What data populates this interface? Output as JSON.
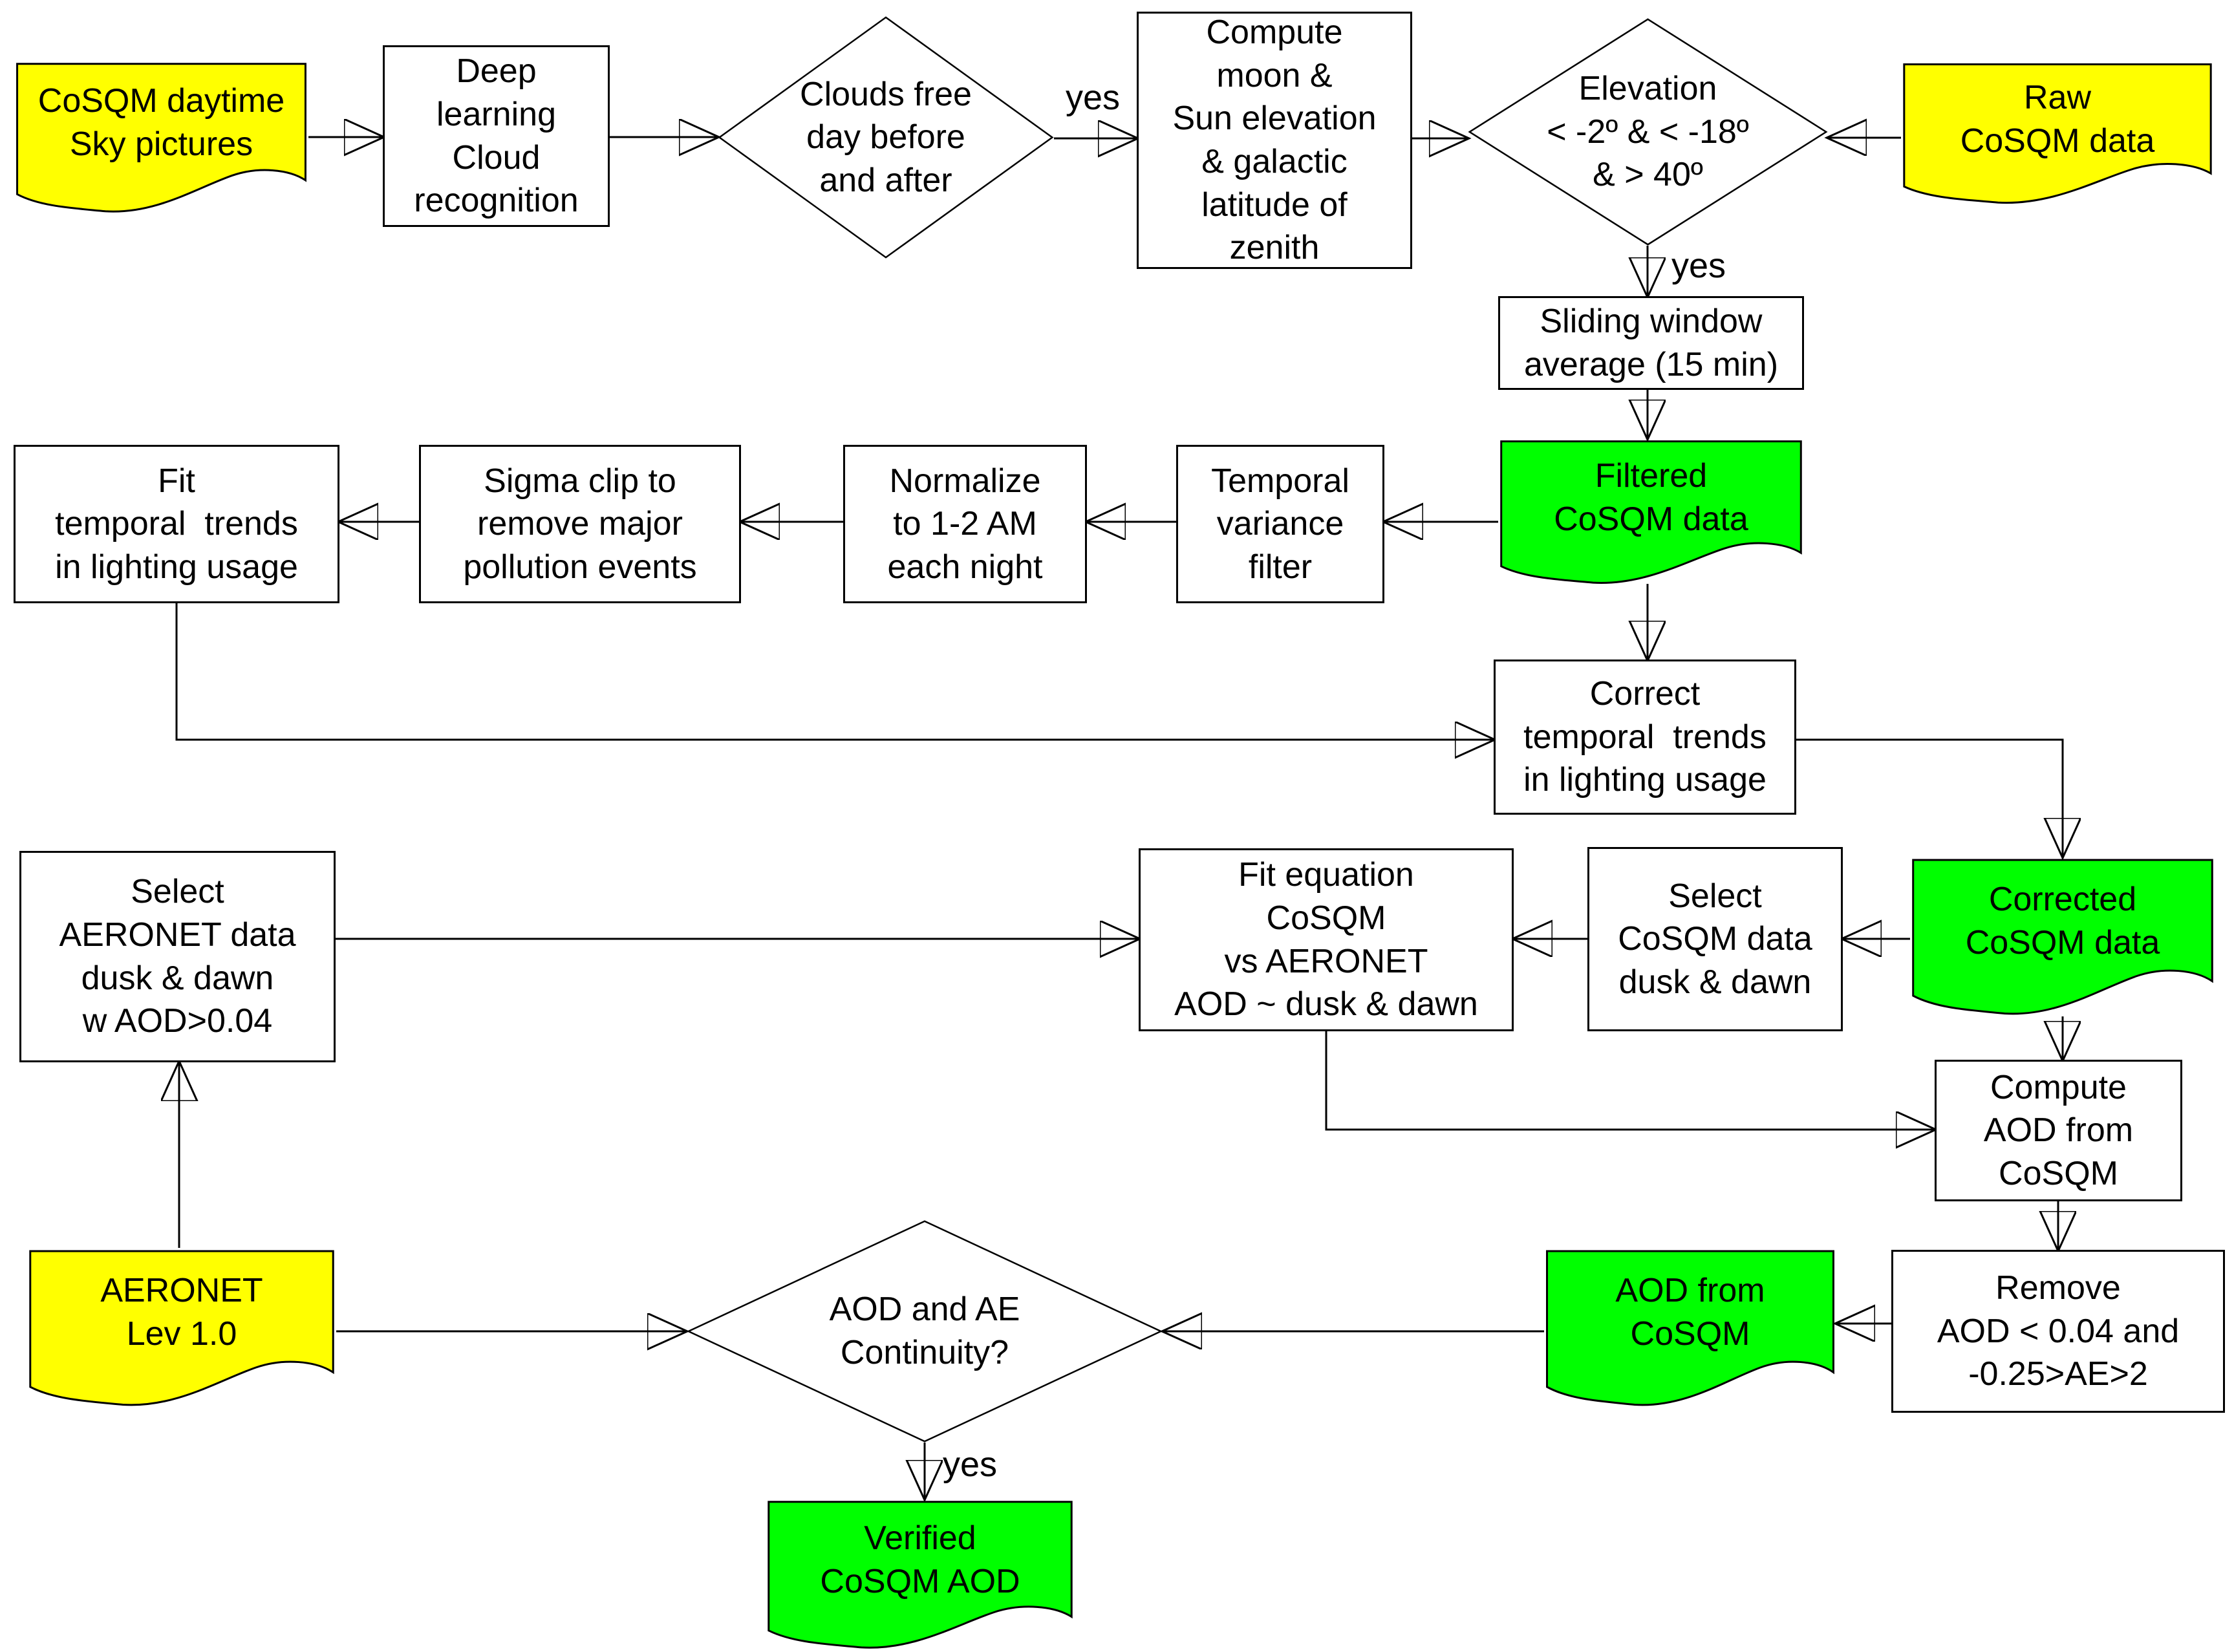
{
  "nodes": {
    "cosqm_daytime_pictures": {
      "label": "CoSQM daytime\nSky pictures",
      "kind": "input-data"
    },
    "deep_learning": {
      "label": "Deep\nlearning\nCloud\nrecognition",
      "kind": "process"
    },
    "clouds_free": {
      "label": "Clouds free\nday before\nand after",
      "kind": "decision"
    },
    "compute_moon_sun": {
      "label": "Compute\nmoon &\nSun elevation\n& galactic\nlatitude of\nzenith",
      "kind": "process"
    },
    "elevation_check": {
      "label": "Elevation\n< -2º & < -18º\n& > 40º",
      "kind": "decision"
    },
    "raw_cosqm": {
      "label": "Raw\nCoSQM data",
      "kind": "input-data"
    },
    "sliding_window": {
      "label": "Sliding window\naverage (15 min)",
      "kind": "process"
    },
    "filtered_cosqm": {
      "label": "Filtered\nCoSQM data",
      "kind": "output-data"
    },
    "temporal_variance": {
      "label": "Temporal\nvariance\nfilter",
      "kind": "process"
    },
    "normalize_night": {
      "label": "Normalize\nto 1-2 AM\neach night",
      "kind": "process"
    },
    "sigma_clip": {
      "label": "Sigma clip to\nremove major\npollution events",
      "kind": "process"
    },
    "fit_trends": {
      "label": "Fit\ntemporal  trends\nin lighting usage",
      "kind": "process"
    },
    "correct_trends": {
      "label": "Correct\ntemporal  trends\nin lighting usage",
      "kind": "process"
    },
    "corrected_cosqm": {
      "label": "Corrected\nCoSQM data",
      "kind": "output-data"
    },
    "select_cosqm": {
      "label": "Select\nCoSQM data\ndusk & dawn",
      "kind": "process"
    },
    "fit_equation": {
      "label": "Fit equation\nCoSQM\nvs AERONET\nAOD ~ dusk & dawn",
      "kind": "process"
    },
    "select_aeronet": {
      "label": "Select\nAERONET data\ndusk & dawn\nw AOD>0.04",
      "kind": "process"
    },
    "compute_aod": {
      "label": "Compute\nAOD from\nCoSQM",
      "kind": "process"
    },
    "remove_aod": {
      "label": "Remove\nAOD < 0.04 and\n-0.25>AE>2",
      "kind": "process"
    },
    "aod_from_cosqm": {
      "label": "AOD from\nCoSQM",
      "kind": "output-data"
    },
    "continuity_check": {
      "label": "AOD and AE\nContinuity?",
      "kind": "decision"
    },
    "aeronet_lev": {
      "label": "AERONET\nLev 1.0",
      "kind": "input-data"
    },
    "verified_aod": {
      "label": "Verified\nCoSQM AOD",
      "kind": "output-data"
    }
  },
  "edge_labels": {
    "clouds_free_yes": "yes",
    "elevation_yes": "yes",
    "continuity_yes": "yes"
  },
  "colors": {
    "input_fill": "#ffff00",
    "output_fill": "#00ff00",
    "process_fill": "#ffffff",
    "line": "#000000"
  }
}
